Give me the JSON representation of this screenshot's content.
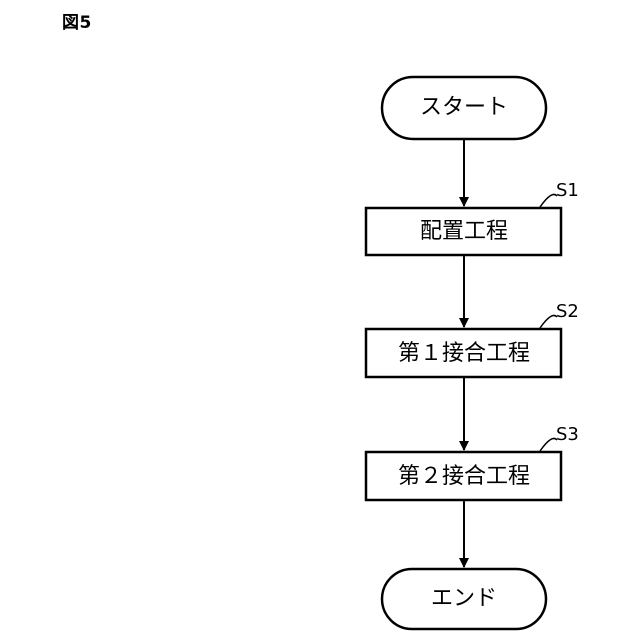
{
  "figure_label": "図5",
  "flowchart": {
    "start": "スタート",
    "steps": [
      {
        "id": "S1",
        "label": "配置工程"
      },
      {
        "id": "S2",
        "label": "第１接合工程"
      },
      {
        "id": "S3",
        "label": "第２接合工程"
      }
    ],
    "end": "エンド"
  }
}
